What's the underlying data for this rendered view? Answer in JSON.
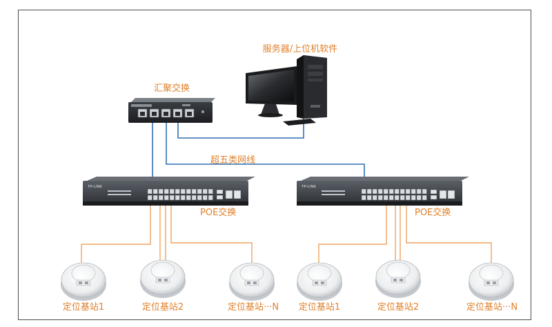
{
  "labels": {
    "server": "服务器/上位机软件",
    "aggregation_switch": "汇聚交换",
    "cable": "超五类网线",
    "poe_left": "POE交换",
    "poe_right": "POE交换",
    "station_1": "定位基站1",
    "station_2": "定位基站2",
    "station_n": "定位基站···N",
    "station_1b": "定位基站1",
    "station_2b": "定位基站2",
    "station_nb": "定位基站···N"
  },
  "device_text": {
    "poe_brand_left": "TP-LINK",
    "poe_brand_right": "TP-LINK"
  },
  "colors": {
    "label": "#e0802a",
    "uplink_cable": "#2c6fb3",
    "station_cable": "#f0a35e",
    "frame": "#4a4a4a"
  }
}
